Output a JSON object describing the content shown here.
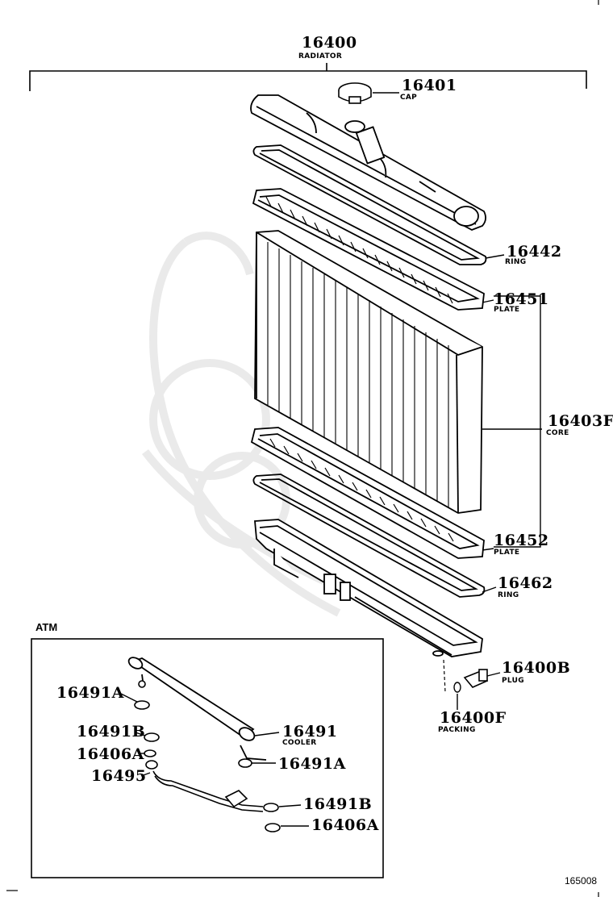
{
  "figure_number": "165008",
  "section_label": "ATM",
  "callouts": {
    "radiator": {
      "number": "16400",
      "name": "RADIATOR"
    },
    "cap": {
      "number": "16401",
      "name": "CAP"
    },
    "ring_upper": {
      "number": "16442",
      "name": "RING"
    },
    "plate_upper": {
      "number": "16451",
      "name": "PLATE"
    },
    "core": {
      "number": "16403F",
      "name": "CORE"
    },
    "plate_lower": {
      "number": "16452",
      "name": "PLATE"
    },
    "ring_lower": {
      "number": "16462",
      "name": "RING"
    },
    "plug": {
      "number": "16400B",
      "name": "PLUG"
    },
    "packing": {
      "number": "16400F",
      "name": "PACKING"
    },
    "cooler": {
      "number": "16491",
      "name": "COOLER"
    },
    "washer_a_left": {
      "number": "16491A"
    },
    "washer_a_right": {
      "number": "16491A"
    },
    "washer_b_left": {
      "number": "16491B"
    },
    "washer_b_right": {
      "number": "16491B"
    },
    "gasket_a_left": {
      "number": "16406A"
    },
    "gasket_a_right": {
      "number": "16406A"
    },
    "hose": {
      "number": "16495"
    }
  }
}
